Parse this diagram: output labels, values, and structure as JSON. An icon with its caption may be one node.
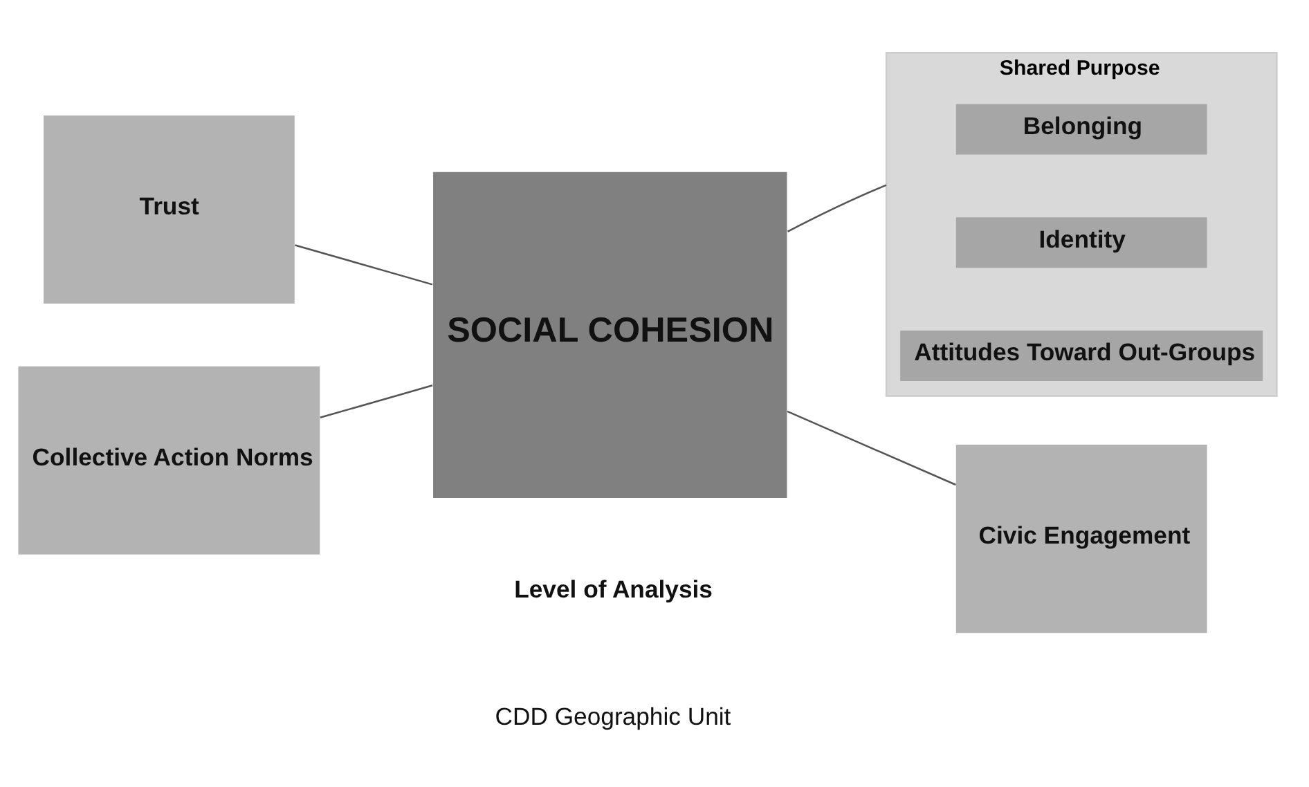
{
  "diagram": {
    "nodes": [
      {
        "text": [
          "SOCIAL COHESION"
        ]
      },
      {
        "text": [
          "Trust"
        ]
      },
      {
        "text": [
          "Collective Action Norms"
        ]
      },
      {
        "text": [
          "Shared Purpose"
        ]
      },
      {
        "text": [
          "Belonging"
        ],
        "in": 3
      },
      {
        "text": [
          "Identity"
        ],
        "in": 3
      },
      {
        "text": [
          "Attitudes Toward Out-Groups"
        ],
        "in": 3
      },
      {
        "text": [
          "Civic Engagement"
        ]
      }
    ],
    "edges": [
      {
        "from": 1,
        "to": 0,
        "arrow": "none"
      },
      {
        "from": 2,
        "to": 0,
        "arrow": "none"
      },
      {
        "from": 0,
        "to": 3,
        "arrow": "none"
      },
      {
        "from": 0,
        "to": 7,
        "arrow": "none"
      }
    ],
    "labels": [
      "Level of Analysis",
      "CDD Geographic Unit"
    ]
  }
}
